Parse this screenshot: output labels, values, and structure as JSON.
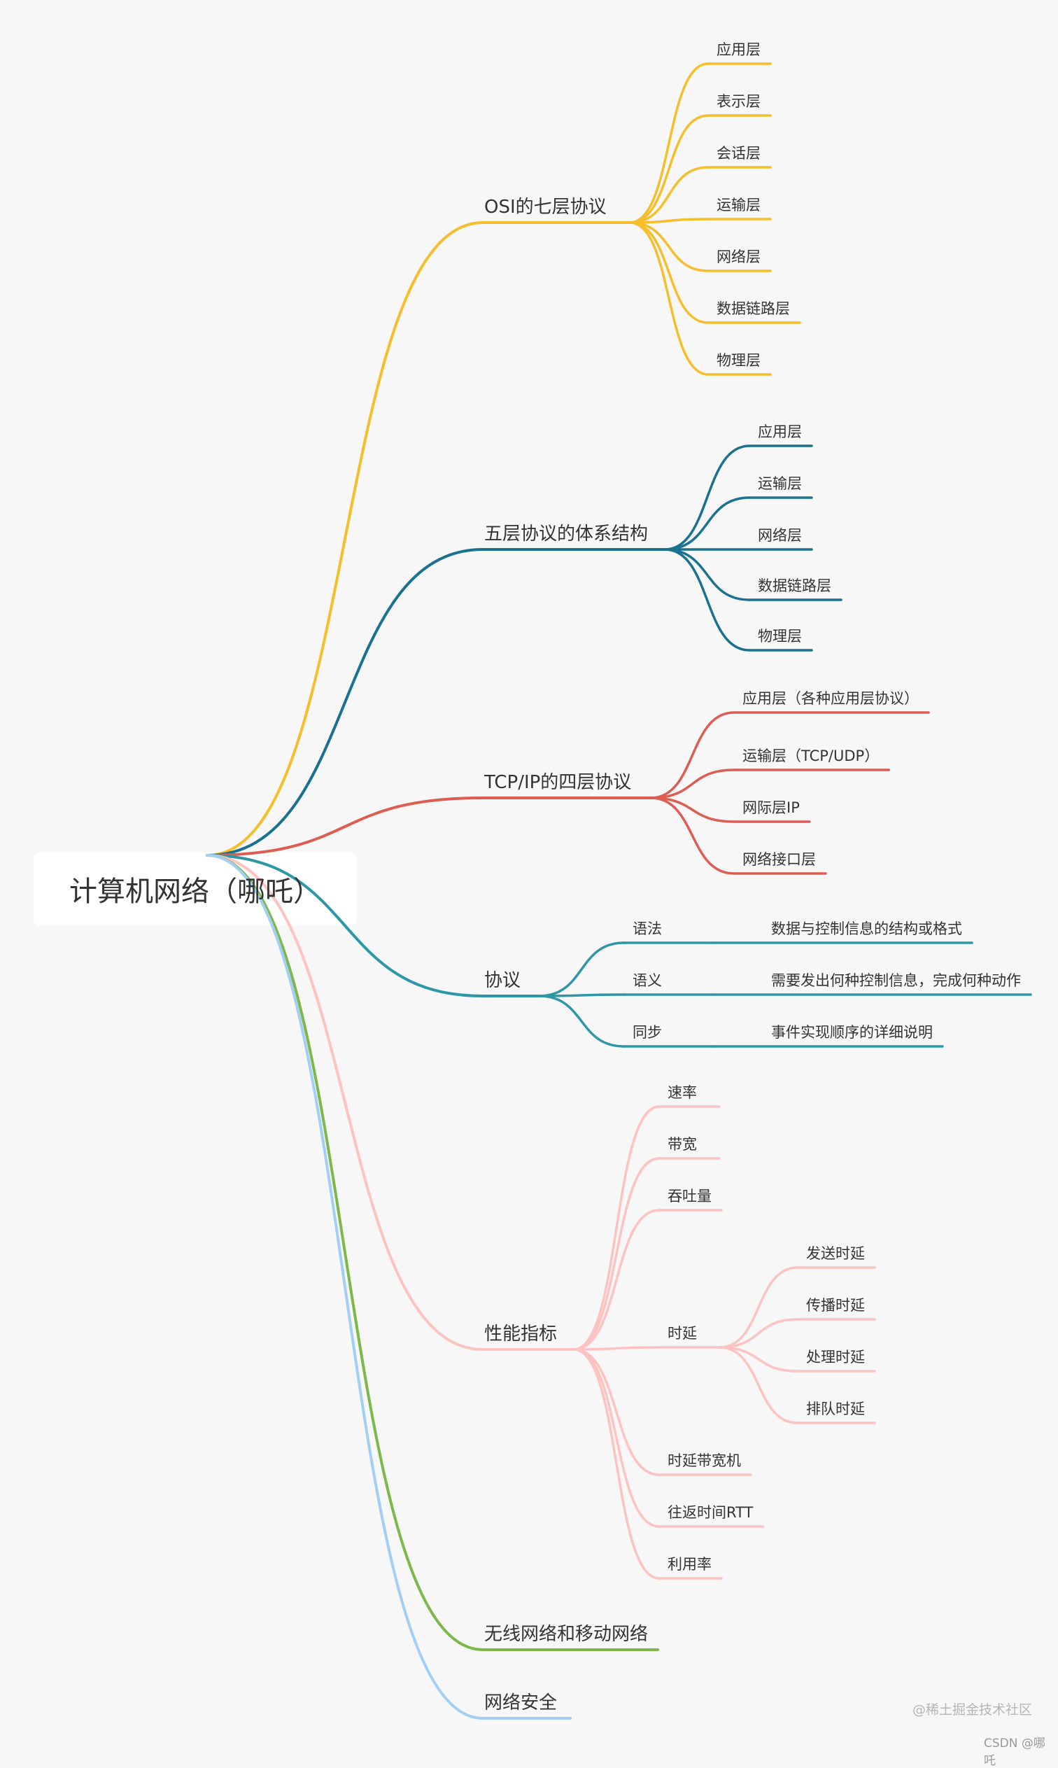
{
  "root": {
    "label": "计算机网络（哪吒）"
  },
  "branches": [
    {
      "label": "OSI的七层协议",
      "color": "#F6BE2A",
      "children": [
        {
          "label": "应用层"
        },
        {
          "label": "表示层"
        },
        {
          "label": "会话层"
        },
        {
          "label": "运输层"
        },
        {
          "label": "网络层"
        },
        {
          "label": "数据链路层"
        },
        {
          "label": "物理层"
        }
      ]
    },
    {
      "label": "五层协议的体系结构",
      "color": "#1B7190",
      "children": [
        {
          "label": "应用层"
        },
        {
          "label": "运输层"
        },
        {
          "label": "网络层"
        },
        {
          "label": "数据链路层"
        },
        {
          "label": "物理层"
        }
      ]
    },
    {
      "label": "TCP/IP的四层协议",
      "color": "#DE5D53",
      "children": [
        {
          "label": "应用层（各种应用层协议）"
        },
        {
          "label": "运输层（TCP/UDP）"
        },
        {
          "label": "网际层IP"
        },
        {
          "label": "网络接口层"
        }
      ]
    },
    {
      "label": "协议",
      "color": "#2E97A7",
      "children": [
        {
          "label": "语法",
          "children": [
            {
              "label": "数据与控制信息的结构或格式"
            }
          ]
        },
        {
          "label": "语义",
          "children": [
            {
              "label": "需要发出何种控制信息，完成何种动作"
            }
          ]
        },
        {
          "label": "同步",
          "children": [
            {
              "label": "事件实现顺序的详细说明"
            }
          ]
        }
      ]
    },
    {
      "label": "性能指标",
      "color": "#FCC3C0",
      "children": [
        {
          "label": "速率"
        },
        {
          "label": "带宽"
        },
        {
          "label": "吞吐量"
        },
        {
          "label": "时延",
          "children": [
            {
              "label": "发送时延"
            },
            {
              "label": "传播时延"
            },
            {
              "label": "处理时延"
            },
            {
              "label": "排队时延"
            }
          ]
        },
        {
          "label": "时延带宽机"
        },
        {
          "label": "往返时间RTT"
        },
        {
          "label": "利用率"
        }
      ]
    },
    {
      "label": "无线网络和移动网络",
      "color": "#7DB84A",
      "children": []
    },
    {
      "label": "网络安全",
      "color": "#A2CFF5",
      "children": []
    }
  ],
  "watermarks": {
    "site": "@稀土掘金技术社区",
    "author": "CSDN @哪 吒"
  }
}
